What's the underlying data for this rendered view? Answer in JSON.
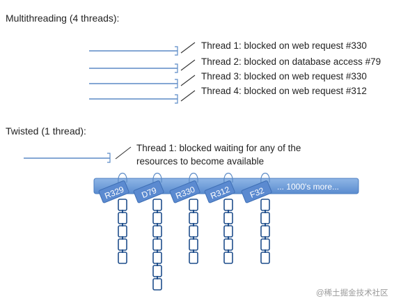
{
  "multithreading": {
    "heading": "Multithreading (4 threads):",
    "threads": [
      "Thread 1: blocked on web request #330",
      "Thread 2: blocked on database access #79",
      "Thread 3: blocked on web request #330",
      "Thread 4: blocked on web request #312"
    ]
  },
  "twisted": {
    "heading": "Twisted (1 thread):",
    "thread_label_line1": "Thread 1: blocked waiting for any of the",
    "thread_label_line2": "resources to become available",
    "bar_label": "... 1000's more...",
    "resources": [
      {
        "label": "R329",
        "chain_links": 5
      },
      {
        "label": "D79",
        "chain_links": 7
      },
      {
        "label": "R330",
        "chain_links": 5
      },
      {
        "label": "R312",
        "chain_links": 5
      },
      {
        "label": "F32",
        "chain_links": 5
      }
    ]
  },
  "watermark": "@稀土掘金技术社区",
  "colors": {
    "line": "#5b8ac6",
    "chain": "#1f4e8c",
    "bar": "#6b99d6",
    "tag": "#5b8ad0"
  }
}
